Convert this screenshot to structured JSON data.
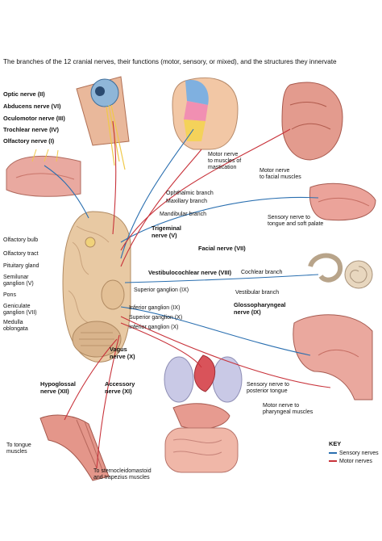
{
  "title": "The branches of the 12 cranial nerves, their functions (motor, sensory, or mixed), and the structures they innervate",
  "left_labels": {
    "optic": "Optic nerve (II)",
    "abducens": "Abducens nerve (VI)",
    "oculomotor": "Oculomotor nerve (III)",
    "trochlear": "Trochlear nerve (IV)",
    "olfactory": "Olfactory nerve (I)",
    "olfactory_bulb": "Olfactory bulb",
    "olfactory_tract": "Olfactory tract",
    "pituitary": "Pituitary gland",
    "semilunar": [
      "Semilunar",
      "ganglion (V)"
    ],
    "pons": "Pons",
    "geniculate": [
      "Geniculate",
      "ganglion (VII)"
    ],
    "medulla": [
      "Medulla",
      "oblongata"
    ],
    "hypoglossal": [
      "Hypoglossal",
      "nerve (XII)"
    ],
    "tongue_muscles": [
      "To tongue",
      "muscles"
    ]
  },
  "center_labels": {
    "motor_mastication": [
      "Motor nerve",
      "to muscles of",
      "mastication"
    ],
    "ophthalmic": "Ophthalmic branch",
    "maxillary": "Maxillary branch",
    "mandibular": "Mandibular branch",
    "trigeminal": [
      "Trigeminal",
      "nerve (V)"
    ],
    "facial": "Facial nerve (VII)",
    "vestibulocochlear": "Vestibulocochlear nerve (VIII)",
    "cochlear": "Cochlear branch",
    "superior_ix": "Superior ganglion (IX)",
    "vestibular": "Vestibular branch",
    "inferior_ix": "Inferior ganglion (IX)",
    "superior_x": "Superior ganglion (X)",
    "inferior_x": "Inferior ganglion (X)",
    "vagus": [
      "Vagus",
      "nerve (X)"
    ],
    "accessory": [
      "Accessory",
      "nerve (XI)"
    ],
    "sternocleido": [
      "To sternocleidomastoid",
      "and trapezius muscles"
    ]
  },
  "right_labels": {
    "motor_facial": [
      "Motor nerve",
      "to facial muscles"
    ],
    "sensory_tongue": [
      "Sensory nerve to",
      "tongue and soft palate"
    ],
    "glossopharyngeal": [
      "Glossopharyngeal",
      "nerve (IX)"
    ],
    "sensory_posterior": [
      "Sensory nerve to",
      "posterior tongue"
    ],
    "motor_pharyngeal": [
      "Motor nerve to",
      "pharyngeal muscles"
    ]
  },
  "key": {
    "heading": "KEY",
    "sensory": "Sensory nerves",
    "motor": "Motor nerves",
    "sensory_color": "#2a6fb0",
    "motor_color": "#c8323a"
  }
}
